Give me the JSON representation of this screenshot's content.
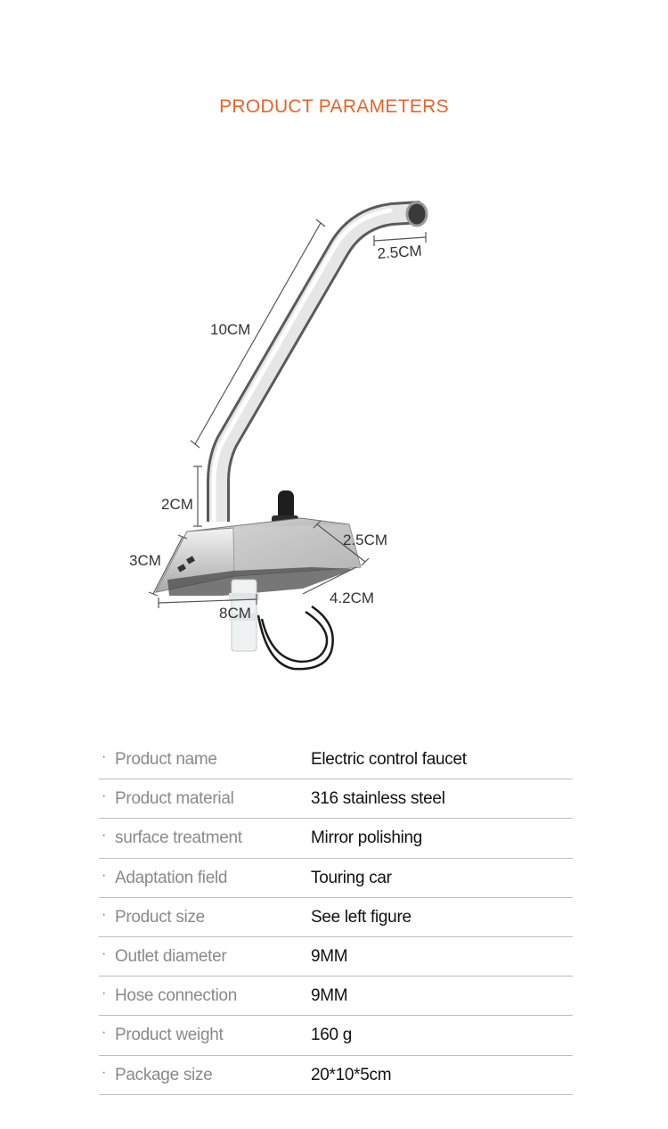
{
  "title": "PRODUCT PARAMETERS",
  "colors": {
    "title": "#e8642a",
    "label": "#8a8a8a",
    "value": "#111111",
    "divider": "#bdbdbd"
  },
  "dimensions": {
    "outlet": "2.5CM",
    "pipe_length": "10CM",
    "neck": "2CM",
    "base_height": "3CM",
    "base_depth": "2.5CM",
    "base_width": "8CM",
    "base_side": "4.2CM"
  },
  "specs": [
    {
      "label": "Product name",
      "value": "Electric control faucet"
    },
    {
      "label": "Product material",
      "value": "316 stainless steel"
    },
    {
      "label": "surface treatment",
      "value": "Mirror polishing"
    },
    {
      "label": "Adaptation field",
      "value": "Touring car"
    },
    {
      "label": "Product size",
      "value": "See left figure"
    },
    {
      "label": "Outlet diameter",
      "value": "9MM"
    },
    {
      "label": "Hose connection",
      "value": "9MM"
    },
    {
      "label": "Product weight",
      "value": "160 g"
    },
    {
      "label": "Package size",
      "value": "20*10*5cm"
    }
  ]
}
